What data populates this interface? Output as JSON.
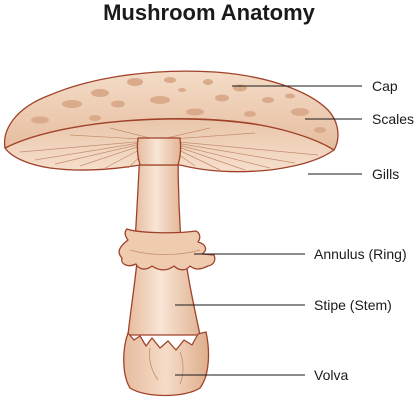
{
  "title": "Mushroom Anatomy",
  "labels": {
    "cap": "Cap",
    "scales": "Scales",
    "gills": "Gills",
    "annulus": "Annulus (Ring)",
    "stipe": "Stipe (Stem)",
    "volva": "Volva"
  },
  "colors": {
    "outline": "#a0422a",
    "cap_top": "#f2d6bf",
    "cap_mid": "#e9c2a4",
    "scale": "#d9ab8b",
    "gill_base": "#f5dcc7",
    "gill_line": "#c58d6e",
    "stem_light": "#f7e2d1",
    "stem_dark": "#e6bc9e",
    "text": "#1a1a1a"
  }
}
